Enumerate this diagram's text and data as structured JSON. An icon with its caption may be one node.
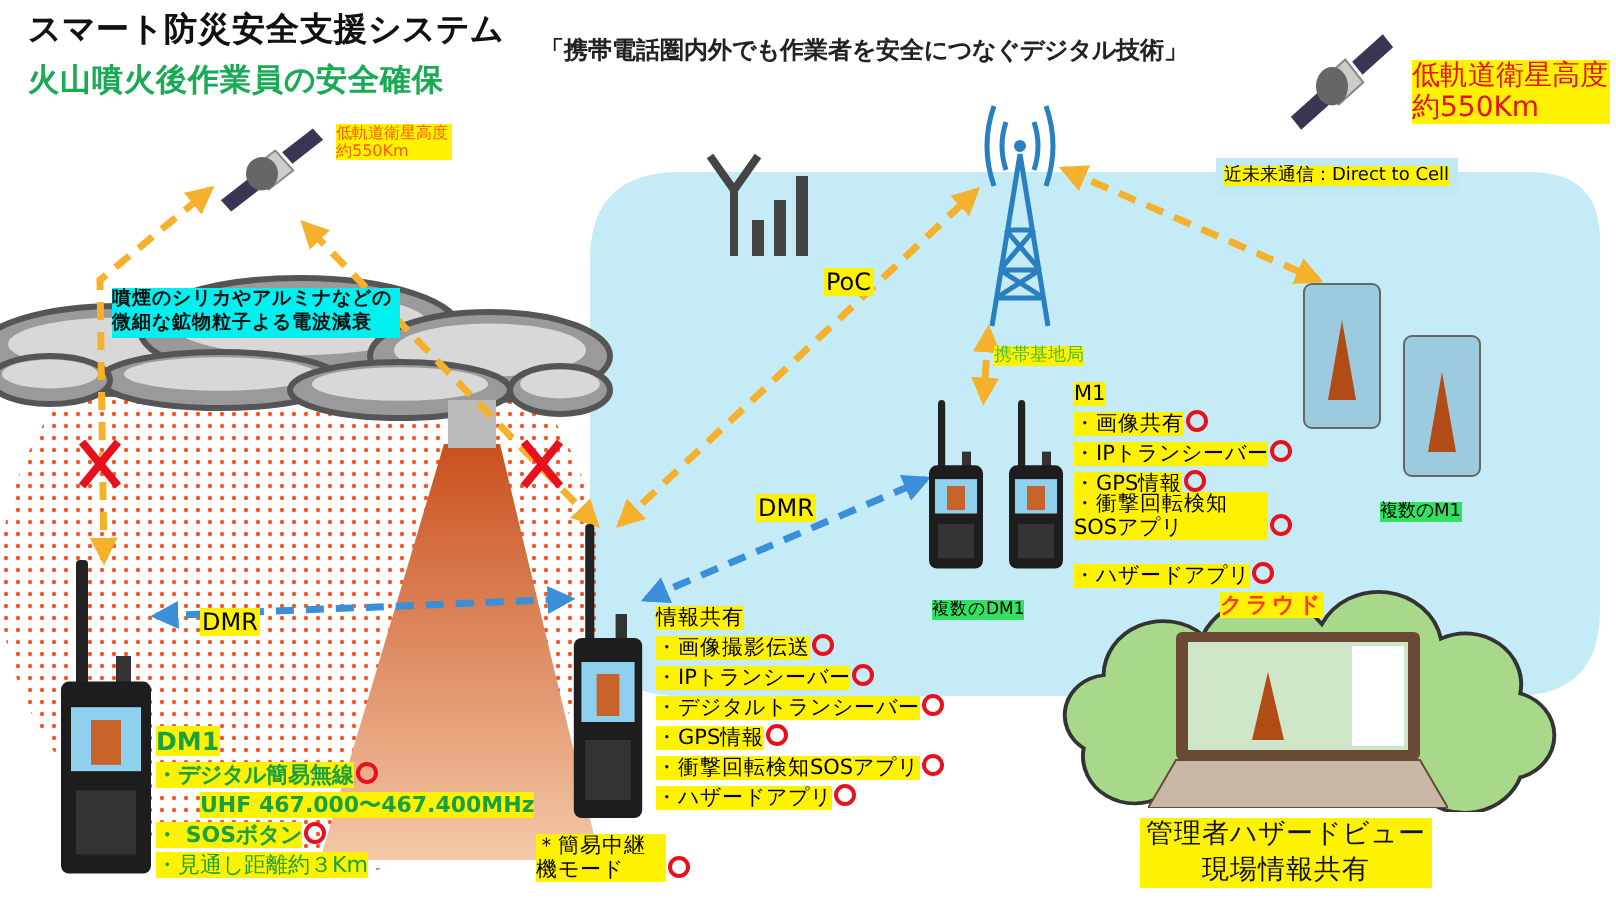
{
  "diagram": {
    "title": "スマート防災安全支援システム",
    "nodes": [
      {
        "text": [],
        "shape": "picture",
        "beside": [
          "低軌道衛星高度約550Km"
        ]
      },
      {
        "text": [],
        "shape": "picture",
        "beside": [
          "携帯基地局"
        ]
      },
      {
        "text": [],
        "shape": "picture",
        "beside": [
          "低軌道衛星高度約550Km",
          "近未来通信：Direct to Cell"
        ]
      },
      {
        "text": [],
        "shape": "picture",
        "beside": [
          "DM1",
          "・デジタル簡易無線",
          "UHF 467.000〜467.400MHz",
          "・ SOSボタン",
          "・見通し距離約３Km"
        ]
      },
      {
        "text": [],
        "shape": "picture",
        "beside": [
          "＊簡易中継機モード",
          "情報共有",
          "・画像撮影伝送",
          "・IPトランシーバー",
          "・デジタルトランシーバー",
          "・GPS情報",
          "・衝撃回転検知SOSアプリ",
          "・ハザードアプリ"
        ]
      },
      {
        "text": [],
        "shape": "picture",
        "beside": [
          "複数のDM1"
        ]
      },
      {
        "text": [],
        "shape": "picture",
        "beside": [
          "複数のM1",
          "M1",
          "・画像共有",
          "・IPトランシーバー",
          "・GPS情報",
          "・衝撃回転検知SOSアプリ",
          "・ハザードアプリ"
        ]
      },
      {
        "text": [
          "クラウド"
        ]
      },
      {
        "text": [],
        "shape": "picture",
        "in": 7,
        "beside": [
          "管理者ハザードビュー現場情報共有"
        ]
      }
    ],
    "edges": [
      {
        "from": 3,
        "to": 0,
        "arrow": "both",
        "style": "dashed"
      },
      {
        "from": 4,
        "to": 0,
        "arrow": "both",
        "style": "dashed"
      },
      {
        "from": 3,
        "to": 4,
        "arrow": "both",
        "label": "DMR",
        "style": "dashed",
        "color": "#3a8fd8"
      },
      {
        "from": 4,
        "to": 5,
        "arrow": "both",
        "label": "DMR",
        "style": "dashed",
        "color": "#3a8fd8"
      },
      {
        "from": 4,
        "to": 1,
        "arrow": "both",
        "label": "PoC",
        "style": "dashed"
      },
      {
        "from": 1,
        "to": 5,
        "arrow": "both",
        "style": "dashed"
      },
      {
        "from": 1,
        "to": 6,
        "arrow": "both",
        "style": "dashed"
      }
    ],
    "labels": [
      "火山噴火後作業員の安全確保",
      "「携帯電話圏内外でも作業者を安全につなぐデジタル技術」",
      "噴煙のシリカやアルミナなどの微細な鉱物粒子よる電波減衰"
    ]
  }
}
